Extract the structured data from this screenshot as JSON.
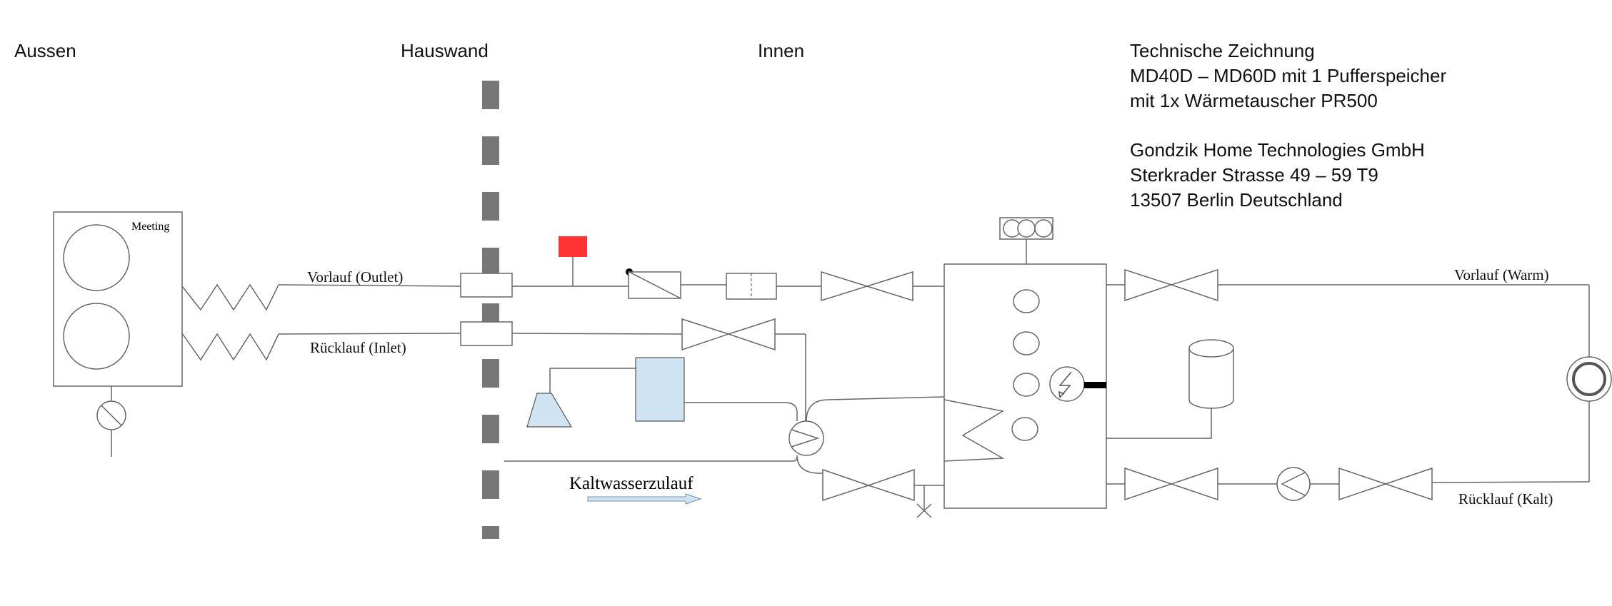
{
  "zones": {
    "outside": "Aussen",
    "wall": "Hauswand",
    "inside": "Innen"
  },
  "info": {
    "line1": "Technische Zeichnung",
    "line2": "MD40D – MD60D mit 1 Pufferspeicher",
    "line3": "mit 1x Wärmetauscher PR500",
    "company": "Gondzik Home Technologies GmbH",
    "street": "Sterkrader Strasse 49 – 59 T9",
    "city": "13507 Berlin Deutschland"
  },
  "unit": {
    "label": "Meeting"
  },
  "pipes": {
    "outlet": "Vorlauf (Outlet)",
    "inlet": "Rücklauf (Inlet)",
    "warm": "Vorlauf (Warm)",
    "cold": "Rücklauf (Kalt)",
    "coldwater": "Kaltwasserzulauf"
  },
  "colors": {
    "sensor_red": "#ff3333",
    "tank_blue": "#cfe3f2",
    "wall_gray": "#777777",
    "line_gray": "#666666"
  }
}
